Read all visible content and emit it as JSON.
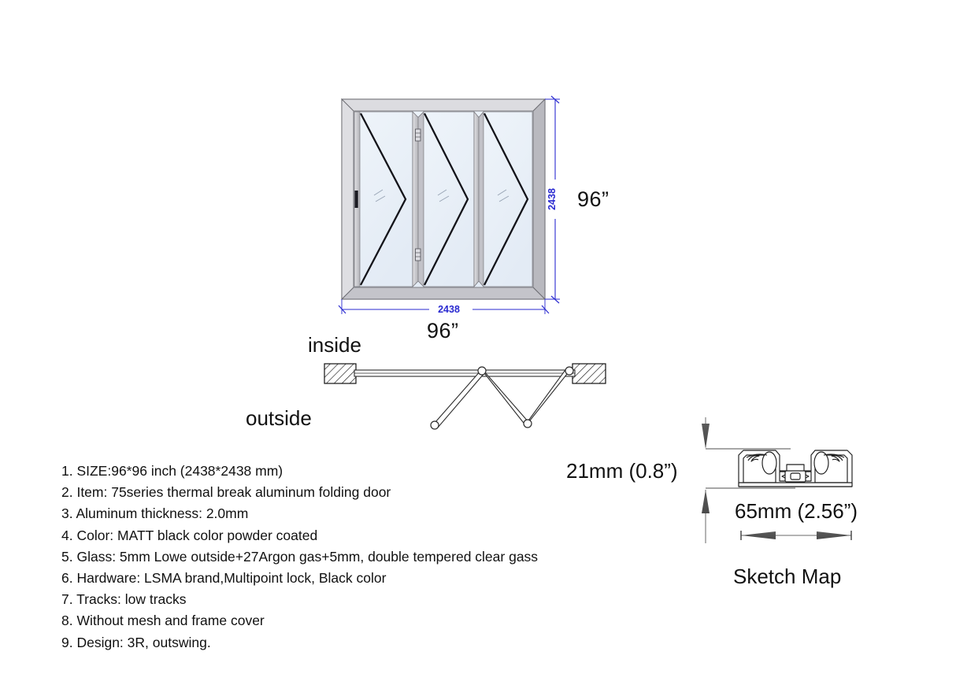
{
  "drawing": {
    "title": "Aluminum Folding Door Technical Drawing",
    "elevation": {
      "width_label_mm": "2438",
      "height_label_mm": "2438",
      "width_label_inch": "96”",
      "height_label_inch": "96”",
      "panel_count": 3,
      "dimension_color": "#2a2ad0",
      "frame_color": "#c9c9c9",
      "glass_color": "#e9f0f8"
    },
    "plan": {
      "inside_label": "inside",
      "outside_label": "outside",
      "panel_count": 3
    },
    "sketch": {
      "thickness_label": "21mm (0.8”)",
      "width_label": "65mm (2.56”)",
      "caption": "Sketch Map"
    }
  },
  "specs": [
    "1. SIZE:96*96 inch (2438*2438 mm)",
    "2. Item: 75series thermal break aluminum folding door",
    "3. Aluminum thickness: 2.0mm",
    "4. Color: MATT black color powder coated",
    "5. Glass: 5mm Lowe outside+27Argon gas+5mm, double tempered clear gass",
    "6. Hardware: LSMA brand,Multipoint lock, Black color",
    "7. Tracks: low tracks",
    "8. Without mesh and frame cover",
    "9. Design: 3R, outswing."
  ]
}
